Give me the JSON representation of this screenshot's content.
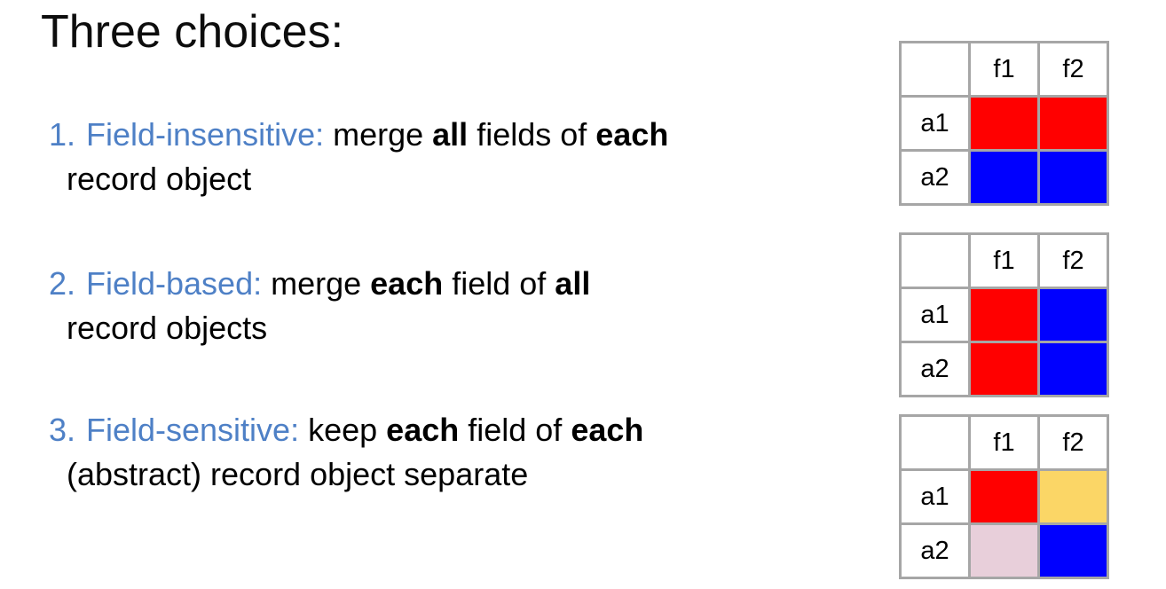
{
  "colors": {
    "accent_blue": "#4E80C6",
    "table_border": "#A6A6A6",
    "red": "#FF0000",
    "blue": "#0000FF",
    "yellow": "#FBD666",
    "pink": "#E8CFDA"
  },
  "slide": {
    "title": "Three choices:",
    "items": [
      {
        "number": "1.",
        "term": "Field-insensitive:",
        "line1": [
          {
            "text": " merge ",
            "bold": false
          },
          {
            "text": "all",
            "bold": true
          },
          {
            "text": " fields of ",
            "bold": false
          },
          {
            "text": "each",
            "bold": true
          }
        ],
        "line2": "record object"
      },
      {
        "number": "2.",
        "term": "Field-based:",
        "line1": [
          {
            "text": " merge ",
            "bold": false
          },
          {
            "text": "each",
            "bold": true
          },
          {
            "text": " field of ",
            "bold": false
          },
          {
            "text": "all",
            "bold": true
          }
        ],
        "line2": "record objects"
      },
      {
        "number": "3.",
        "term": "Field-sensitive:",
        "line1": [
          {
            "text": " keep ",
            "bold": false
          },
          {
            "text": "each",
            "bold": true
          },
          {
            "text": " field of ",
            "bold": false
          },
          {
            "text": "each",
            "bold": true
          }
        ],
        "line2": "(abstract) record object separate"
      }
    ]
  },
  "tables": [
    {
      "name": "field-insensitive",
      "headers": [
        "",
        "f1",
        "f2"
      ],
      "rows": [
        {
          "label": "a1",
          "cells": [
            "red",
            "red"
          ]
        },
        {
          "label": "a2",
          "cells": [
            "blue",
            "blue"
          ]
        }
      ]
    },
    {
      "name": "field-based",
      "headers": [
        "",
        "f1",
        "f2"
      ],
      "rows": [
        {
          "label": "a1",
          "cells": [
            "red",
            "blue"
          ]
        },
        {
          "label": "a2",
          "cells": [
            "red",
            "blue"
          ]
        }
      ]
    },
    {
      "name": "field-sensitive",
      "headers": [
        "",
        "f1",
        "f2"
      ],
      "rows": [
        {
          "label": "a1",
          "cells": [
            "red",
            "yellow"
          ]
        },
        {
          "label": "a2",
          "cells": [
            "pink",
            "blue"
          ]
        }
      ]
    }
  ]
}
